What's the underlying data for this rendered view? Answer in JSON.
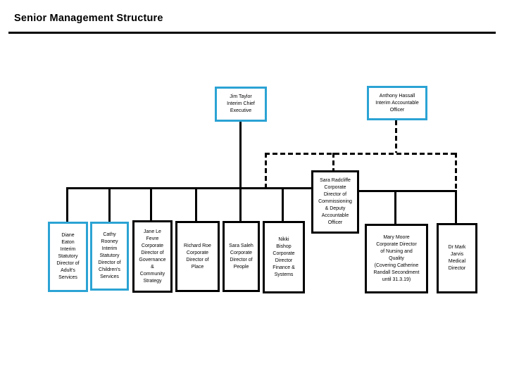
{
  "title": "Senior Management Structure",
  "colors": {
    "highlight_border": "#2BA3D4",
    "default_border": "#000000",
    "background": "#FFFFFF"
  },
  "boxes": {
    "jim_taylor": {
      "text": "Jim Taylor\nInterim Chief\nExecutive",
      "highlighted": true
    },
    "anthony_hassall": {
      "text": "Anthony Hassall\nInterim Accountable\nOfficer",
      "highlighted": true
    },
    "sara_radcliffe": {
      "text": "Sara Radcliffe\nCorporate\nDirector of\nCommissioning\n& Deputy\nAccountable\nOfficer",
      "highlighted": false
    },
    "diane_eaton": {
      "text": "Diane\nEaton\nInterim\nStatutory\nDirector of\nAdult's\nServices",
      "highlighted": true
    },
    "cathy_rooney": {
      "text": "Cathy\nRooney\nInterim\nStatutory\nDirector of\nChildren's\nServices",
      "highlighted": true
    },
    "jane_le_fevre": {
      "text": "Jane Le\nFevre\nCorporate\nDirector of\nGovernance\n&\nCommunity\nStrategy",
      "highlighted": false
    },
    "richard_roe": {
      "text": "Richard Roe\nCorporate\nDirector of\nPlace",
      "highlighted": false
    },
    "sara_saleh": {
      "text": "Sara Saleh\nCorporate\nDirector of\nPeople",
      "highlighted": false
    },
    "nikki_bishop": {
      "text": "Nikki\nBishop\nCorporate\nDirector\nFinance &\nSystems",
      "highlighted": false
    },
    "mary_moore": {
      "text": "Mary Moore\nCorporate Director\nof Nursing and\nQuality\n(Covering Catherine\nRandall Secondment\nuntil 31.3.19)",
      "highlighted": false
    },
    "mark_jarvis": {
      "text": "Dr Mark\nJarvis\nMedical\nDirector",
      "highlighted": false
    }
  }
}
